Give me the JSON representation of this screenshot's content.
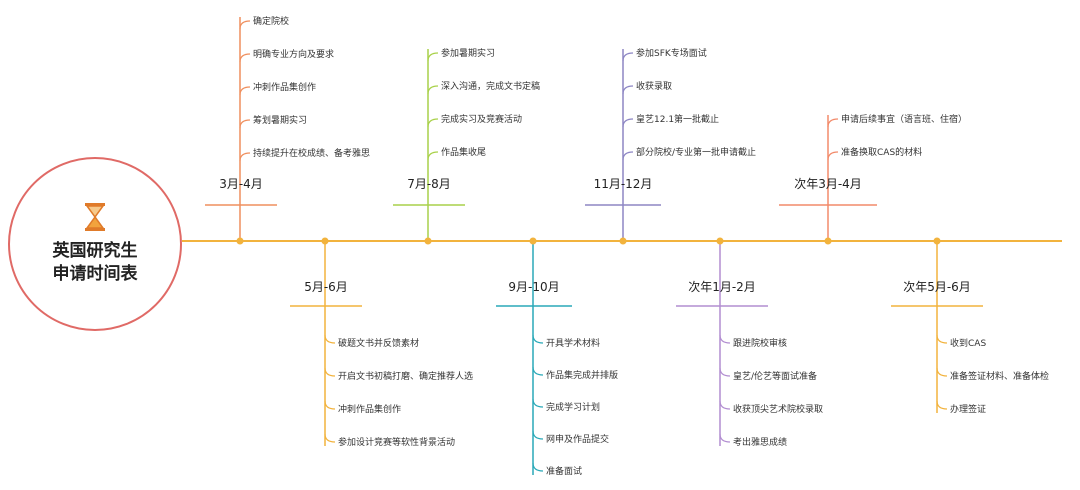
{
  "title": {
    "line1": "英国研究生",
    "line2": "申请时间表",
    "icon": "hourglass-icon"
  },
  "colors": {
    "axis": "#f2b33d",
    "circle": "#e06a66",
    "p1": "#ef8f5e",
    "p2": "#f2b33d",
    "p3": "#a9d14a",
    "p4": "#2aa9b8",
    "p5": "#8d86c4",
    "p6": "#b28ed1",
    "p7": "#f28a6a",
    "p8": "#f2b33d"
  },
  "periods": [
    {
      "label": "3月-4月",
      "items": [
        "确定院校",
        "明确专业方向及要求",
        "冲刺作品集创作",
        "筹划暑期实习",
        "持续提升在校成绩、备考雅思"
      ]
    },
    {
      "label": "5月-6月",
      "items": [
        "破题文书并反馈素材",
        "开启文书初稿打磨、确定推荐人选",
        "冲刺作品集创作",
        "参加设计竞赛等软性背景活动"
      ]
    },
    {
      "label": "7月-8月",
      "items": [
        "参加暑期实习",
        "深入沟通，完成文书定稿",
        "完成实习及竞赛活动",
        "作品集收尾"
      ]
    },
    {
      "label": "9月-10月",
      "items": [
        "开具学术材料",
        "作品集完成并排版",
        "完成学习计划",
        "网申及作品提交",
        "准备面试"
      ]
    },
    {
      "label": "11月-12月",
      "items": [
        "参加SFK专场面试",
        "收获录取",
        "皇艺12.1第一批截止",
        "部分院校/专业第一批申请截止"
      ]
    },
    {
      "label": "次年1月-2月",
      "items": [
        "跟进院校审核",
        "皇艺/伦艺等面试准备",
        "收获顶尖艺术院校录取",
        "考出雅思成绩"
      ]
    },
    {
      "label": "次年3月-4月",
      "items": [
        "申请后续事宜（语言班、住宿）",
        "准备换取CAS的材料"
      ]
    },
    {
      "label": "次年5月-6月",
      "items": [
        "收到CAS",
        "准备签证材料、准备体检",
        "办理签证"
      ]
    }
  ]
}
